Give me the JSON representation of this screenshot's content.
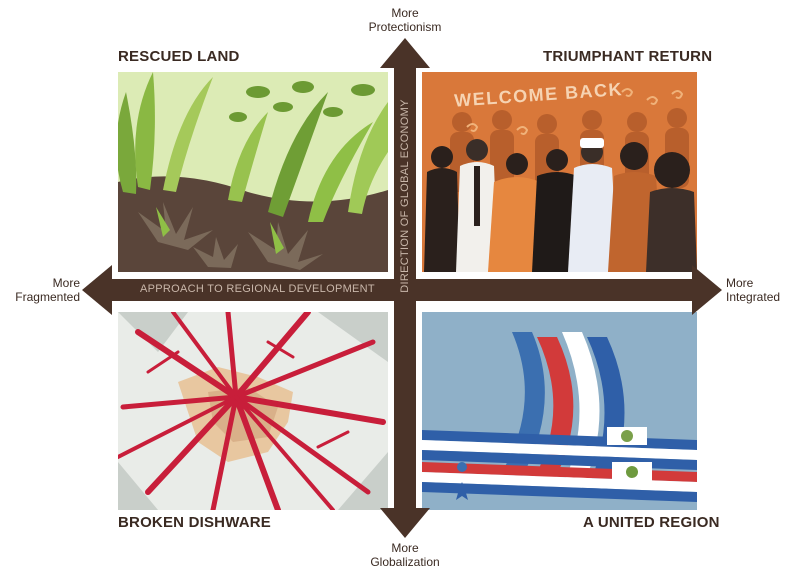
{
  "quadrants": {
    "top_left": {
      "title": "RESCUED LAND"
    },
    "top_right": {
      "title": "TRIUMPHANT RETURN",
      "banner": "WELCOME BACK"
    },
    "bottom_left": {
      "title": "BROKEN DISHWARE"
    },
    "bottom_right": {
      "title": "A UNITED REGION"
    }
  },
  "axes": {
    "vertical": {
      "name": "DIRECTION OF GLOBAL ECONOMY",
      "top": [
        "More",
        "Protectionism"
      ],
      "bottom": [
        "More",
        "Globalization"
      ]
    },
    "horizontal": {
      "name": "APPROACH TO REGIONAL DEVELOPMENT",
      "left": [
        "More",
        "Fragmented"
      ],
      "right": [
        "More",
        "Integrated"
      ]
    }
  },
  "colors": {
    "arrow": "#4a3328",
    "arrow_text": "#c9b7aa",
    "rescued_bg": "#cfe3a4",
    "soil": "#5a453a",
    "return_bg": "#d9783a",
    "dish_bg": "#e9ece8",
    "crack": "#c81e3a",
    "united_bg": "#8fb0c8"
  },
  "icons": {
    "arrow": "four-way-arrow-icon"
  }
}
